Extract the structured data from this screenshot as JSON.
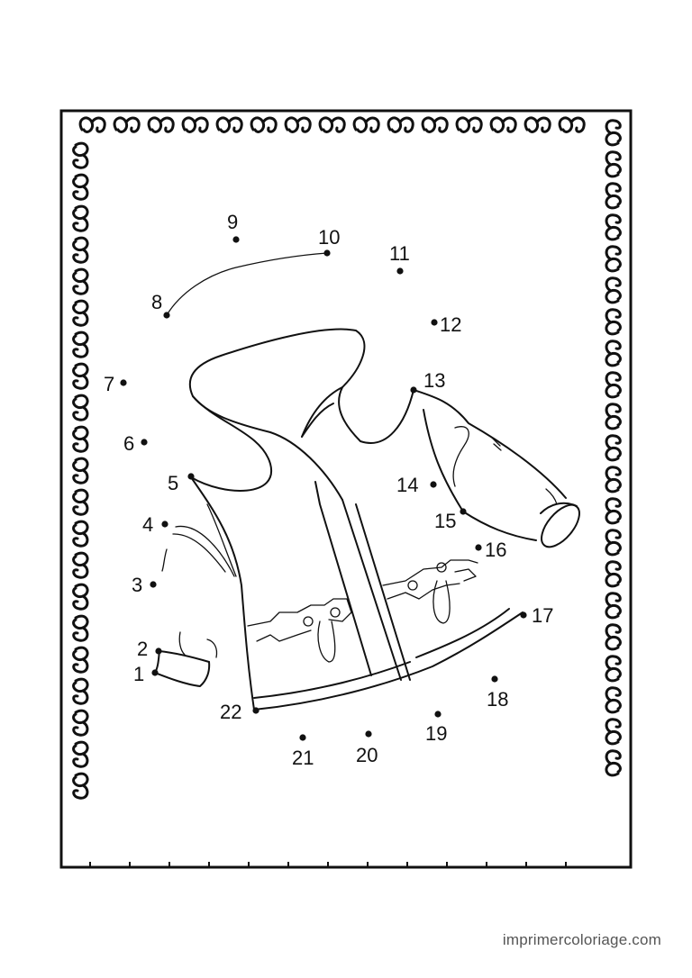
{
  "dots": [
    {
      "n": "1"
    },
    {
      "n": "2"
    },
    {
      "n": "3"
    },
    {
      "n": "4"
    },
    {
      "n": "5"
    },
    {
      "n": "6"
    },
    {
      "n": "7"
    },
    {
      "n": "8"
    },
    {
      "n": "9"
    },
    {
      "n": "10"
    },
    {
      "n": "11"
    },
    {
      "n": "12"
    },
    {
      "n": "13"
    },
    {
      "n": "14"
    },
    {
      "n": "15"
    },
    {
      "n": "16"
    },
    {
      "n": "17"
    },
    {
      "n": "18"
    },
    {
      "n": "19"
    },
    {
      "n": "20"
    },
    {
      "n": "21"
    },
    {
      "n": "22"
    }
  ],
  "footer": {
    "site": "imprimercoloriage.com"
  },
  "colors": {
    "ink": "#111111",
    "paper": "#ffffff",
    "watermark": "#555555"
  }
}
